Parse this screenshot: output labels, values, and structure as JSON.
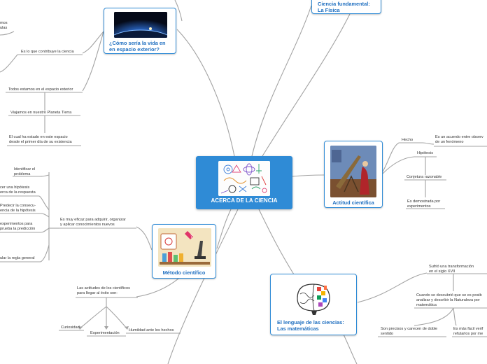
{
  "central": {
    "title": "ACERCA DE LA CIENCIA"
  },
  "topics": {
    "espacio": {
      "title_l1": "¿Cómo sería la vida en",
      "title_l2": "en espacio exterior?"
    },
    "fisica": {
      "title_l1": "Ciencia fundamental:",
      "title_l2": "La Física"
    },
    "actitud": {
      "title": "Actitud científica"
    },
    "metodo": {
      "title": "Método científico"
    },
    "lenguaje": {
      "title_l1": "El lenguaje de las ciencias:",
      "title_l2": "Las matemáticas"
    }
  },
  "labels": {
    "espacio_partial_1": "mos",
    "espacio_partial_2": "ulas",
    "espacio_contribuye": "Es lo que contribuye la ciencia",
    "espacio_todos": "Todos estamos en el espacio exterior",
    "espacio_viajamos": "Viajamos en nuestro Planeta Tierra",
    "espacio_cual_l1": "El cual ha estado en este espacio",
    "espacio_cual_l2": "desde el primer día de su existencia",
    "metodo_identificar_l1": "Identificar el",
    "metodo_identificar_l2": "problema",
    "metodo_hipotesis_l1": "cer una hipótesis",
    "metodo_hipotesis_l2": "erca de la respuesta",
    "metodo_predecir_l1": "Predecir la consecu-",
    "metodo_predecir_l2": "encia de la hipótesis",
    "metodo_experimentos_l1": "experimentos para",
    "metodo_experimentos_l2": "prueba la predicción",
    "metodo_regla": "ular la regla general",
    "metodo_eficaz_l1": "Es muy eficaz para adquirir, organizar",
    "metodo_eficaz_l2": "y aplicar conocimientos nuevos",
    "metodo_actitudes_l1": "Las actitudes de los científicos",
    "metodo_actitudes_l2": "para llegar al éxito son:",
    "metodo_curiosidad": "Curiosidad",
    "metodo_experimentacion": "Experimentación",
    "metodo_humildad": "Humildad ante los hechos",
    "actitud_hecho": "Hecho",
    "actitud_acuerdo_l1": "Es un acuerdo entre observ",
    "actitud_acuerdo_l2": "de un fenómeno",
    "actitud_hipotesis": "Hipótesis",
    "actitud_conjetura": "Conjetura razonable",
    "actitud_demostrada_l1": "Es demostrada por",
    "actitud_demostrada_l2": "experimentos",
    "lenguaje_sufrio_l1": "Sufrió una transformación",
    "lenguaje_sufrio_l2": "en el siglo XVII",
    "lenguaje_cuando_l1": "Cuando se descubrió que se es posib",
    "lenguaje_cuando_l2": "analizar y describir la Naturaleza por",
    "lenguaje_cuando_l3": "matemática",
    "lenguaje_precisos_l1": "Son precisos y carecen de doble",
    "lenguaje_precisos_l2": "sentido",
    "lenguaje_facil_l1": "Es más fácil verif",
    "lenguaje_facil_l2": "refutarlos por me"
  },
  "colors": {
    "accent": "#2f8bd6",
    "title": "#1f6fc0",
    "line": "#a9a9a9"
  }
}
